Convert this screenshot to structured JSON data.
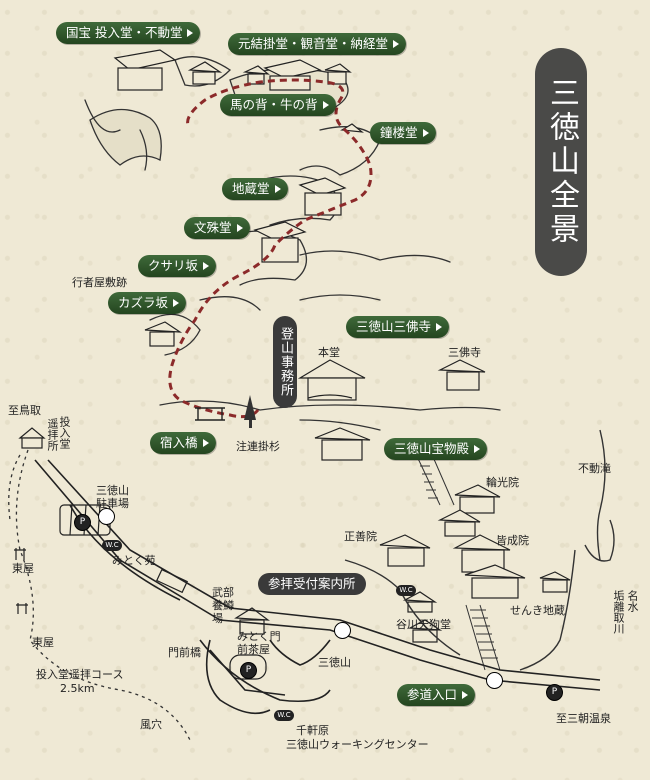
{
  "title": "三徳山全景",
  "buttons": {
    "kokuhou": "国宝 投入堂・不動堂",
    "motoyui": "元結掛堂・観音堂・納経堂",
    "umanose": "馬の背・牛の背",
    "shorodo": "鐘楼堂",
    "jizodo": "地蔵堂",
    "monjudo": "文殊堂",
    "kusarizaka": "クサリ坂",
    "kazurazaka": "カズラ坂",
    "sanbutsuji": "三徳山三佛寺",
    "yadoiribashi": "宿入橋",
    "houmotsuden": "三徳山宝物殿",
    "sandoiriguchi": "参道入口"
  },
  "dark_labels": {
    "tozan_office": "登山事務所",
    "reception": "参拝受付案内所"
  },
  "labels": {
    "gyoja_yashiki": "行者屋敷跡",
    "hondo": "本堂",
    "sanbutsuji": "三佛寺",
    "yohaijo_to_tottori": "至鳥取",
    "yohaijo": "遥拝所",
    "tohai_do": "投入堂",
    "chuzansha": "三徳山駐車場",
    "azumaya1": "東屋",
    "azumaya2": "東屋",
    "mitokuen": "みとく苑",
    "bubu_yokeijo": "武部養鱒場",
    "monzenbashi": "門前橋",
    "mitoku_chaya": "みとく門前茶屋",
    "mitokusan_stop": "三徳山",
    "course": "投入堂遥拝コース",
    "course_km": "2.5km",
    "fuketsu": "風穴",
    "sengenhara": "千軒原",
    "walking_center": "三徳山ウォーキングセンター",
    "shuzoin": "正善院",
    "kouin": "輪光院",
    "kaiseiin": "皆成院",
    "senki_jizo": "せんき地蔵",
    "tanigawa_tengu": "谷川天狗堂",
    "fudotaki": "不動滝",
    "to_misasa": "至三朝温泉",
    "shime_sugi": "注連掛杉",
    "river_name": "名水",
    "river_name2": "垢離取川"
  },
  "icons": {
    "wc": "W.C",
    "parking": "P",
    "bus": "バス"
  },
  "colors": {
    "pill_green": "#2f5a2b",
    "route_red": "#8c2a2a",
    "paper": "#efe9d5"
  }
}
